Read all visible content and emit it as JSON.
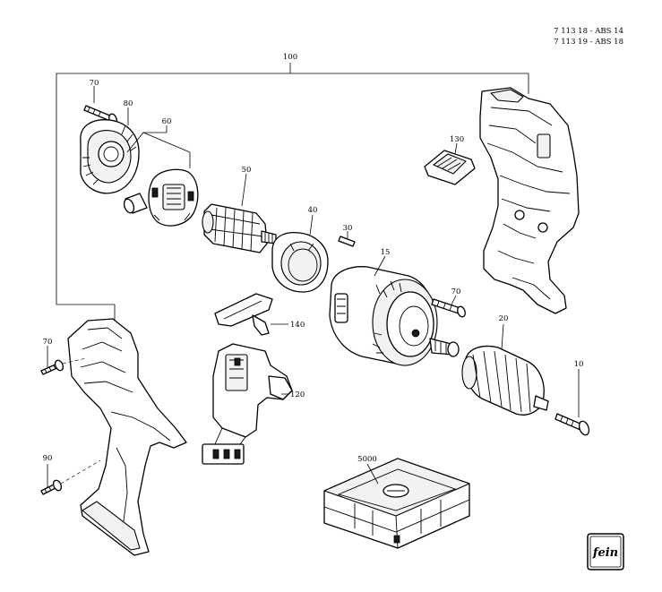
{
  "header": {
    "codes": [
      "7 113 18 - ABS 14",
      "7 113 19 - ABS 18"
    ]
  },
  "callouts": {
    "c100": "100",
    "c70a": "70",
    "c80": "80",
    "c60": "60",
    "c50": "50",
    "c40": "40",
    "c30": "30",
    "c15": "15",
    "c130": "130",
    "c70b": "70",
    "c20": "20",
    "c10": "10",
    "c70c": "70",
    "c140": "140",
    "c120": "120",
    "c90": "90",
    "c5000": "5000"
  },
  "logo": {
    "text": "fein",
    "icon": "fein-logo-icon"
  }
}
